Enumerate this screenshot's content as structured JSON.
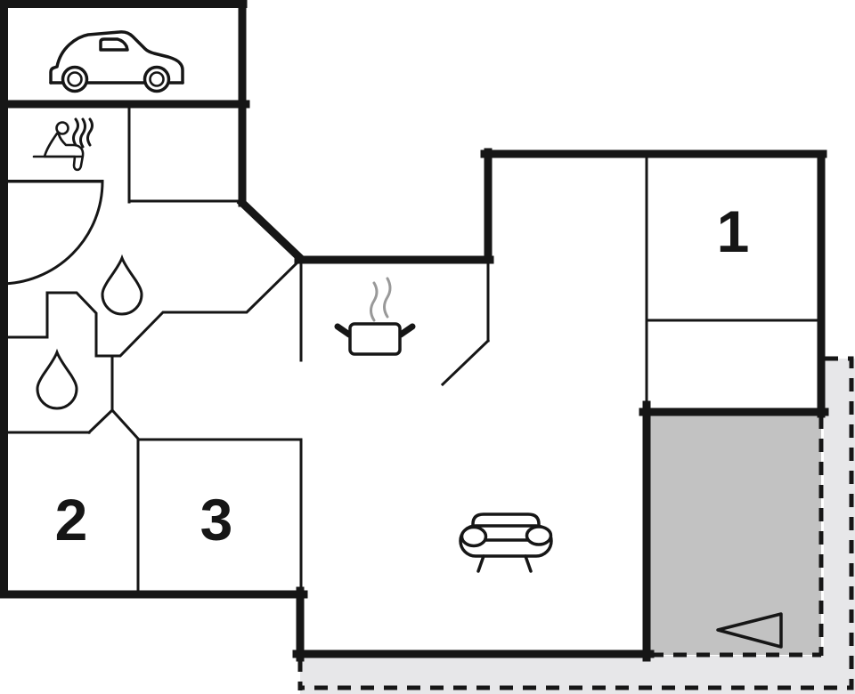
{
  "floorplan": {
    "rooms": {
      "bedroom1": {
        "label": "1"
      },
      "bedroom2": {
        "label": "2"
      },
      "bedroom3": {
        "label": "3"
      }
    },
    "icons": {
      "garage": "car-icon",
      "sauna": "sauna-person-icon",
      "bathroom": "water-drop-icon",
      "wc": "water-drop-icon",
      "kitchen": "cooking-pot-icon",
      "living_room": "sofa-icon",
      "terrace": "arrow-left-icon"
    },
    "colors": {
      "walls": "#161616",
      "water_feature": "#b9f3f0",
      "terrace_fill": "#c2c2c2",
      "outdoor_fill": "#e7e7e9",
      "steam": "#999999",
      "arrow_fill": "#ffffff",
      "background": "#ffffff"
    }
  }
}
